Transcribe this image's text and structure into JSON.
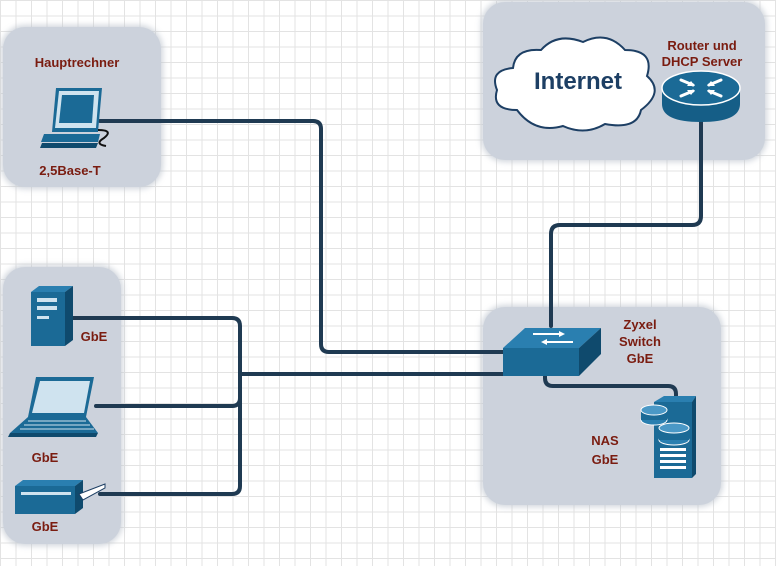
{
  "nodes": {
    "main_pc": {
      "name": "Hauptrechner",
      "link": "2,5Base-T"
    },
    "internet": {
      "name": "Internet"
    },
    "router": {
      "name_line1": "Router und",
      "name_line2": "DHCP Server"
    },
    "switch": {
      "line1": "Zyxel",
      "line2": "Switch",
      "line3": "GbE"
    },
    "nas": {
      "line1": "NAS",
      "line2": "GbE"
    },
    "server": {
      "link": "GbE"
    },
    "laptop": {
      "link": "GbE"
    },
    "printer": {
      "link": "GbE"
    }
  },
  "colors": {
    "cable": "#1f3a52",
    "device": "#1b6a96",
    "group": "#ccd2dc",
    "label": "#7a1c10"
  }
}
